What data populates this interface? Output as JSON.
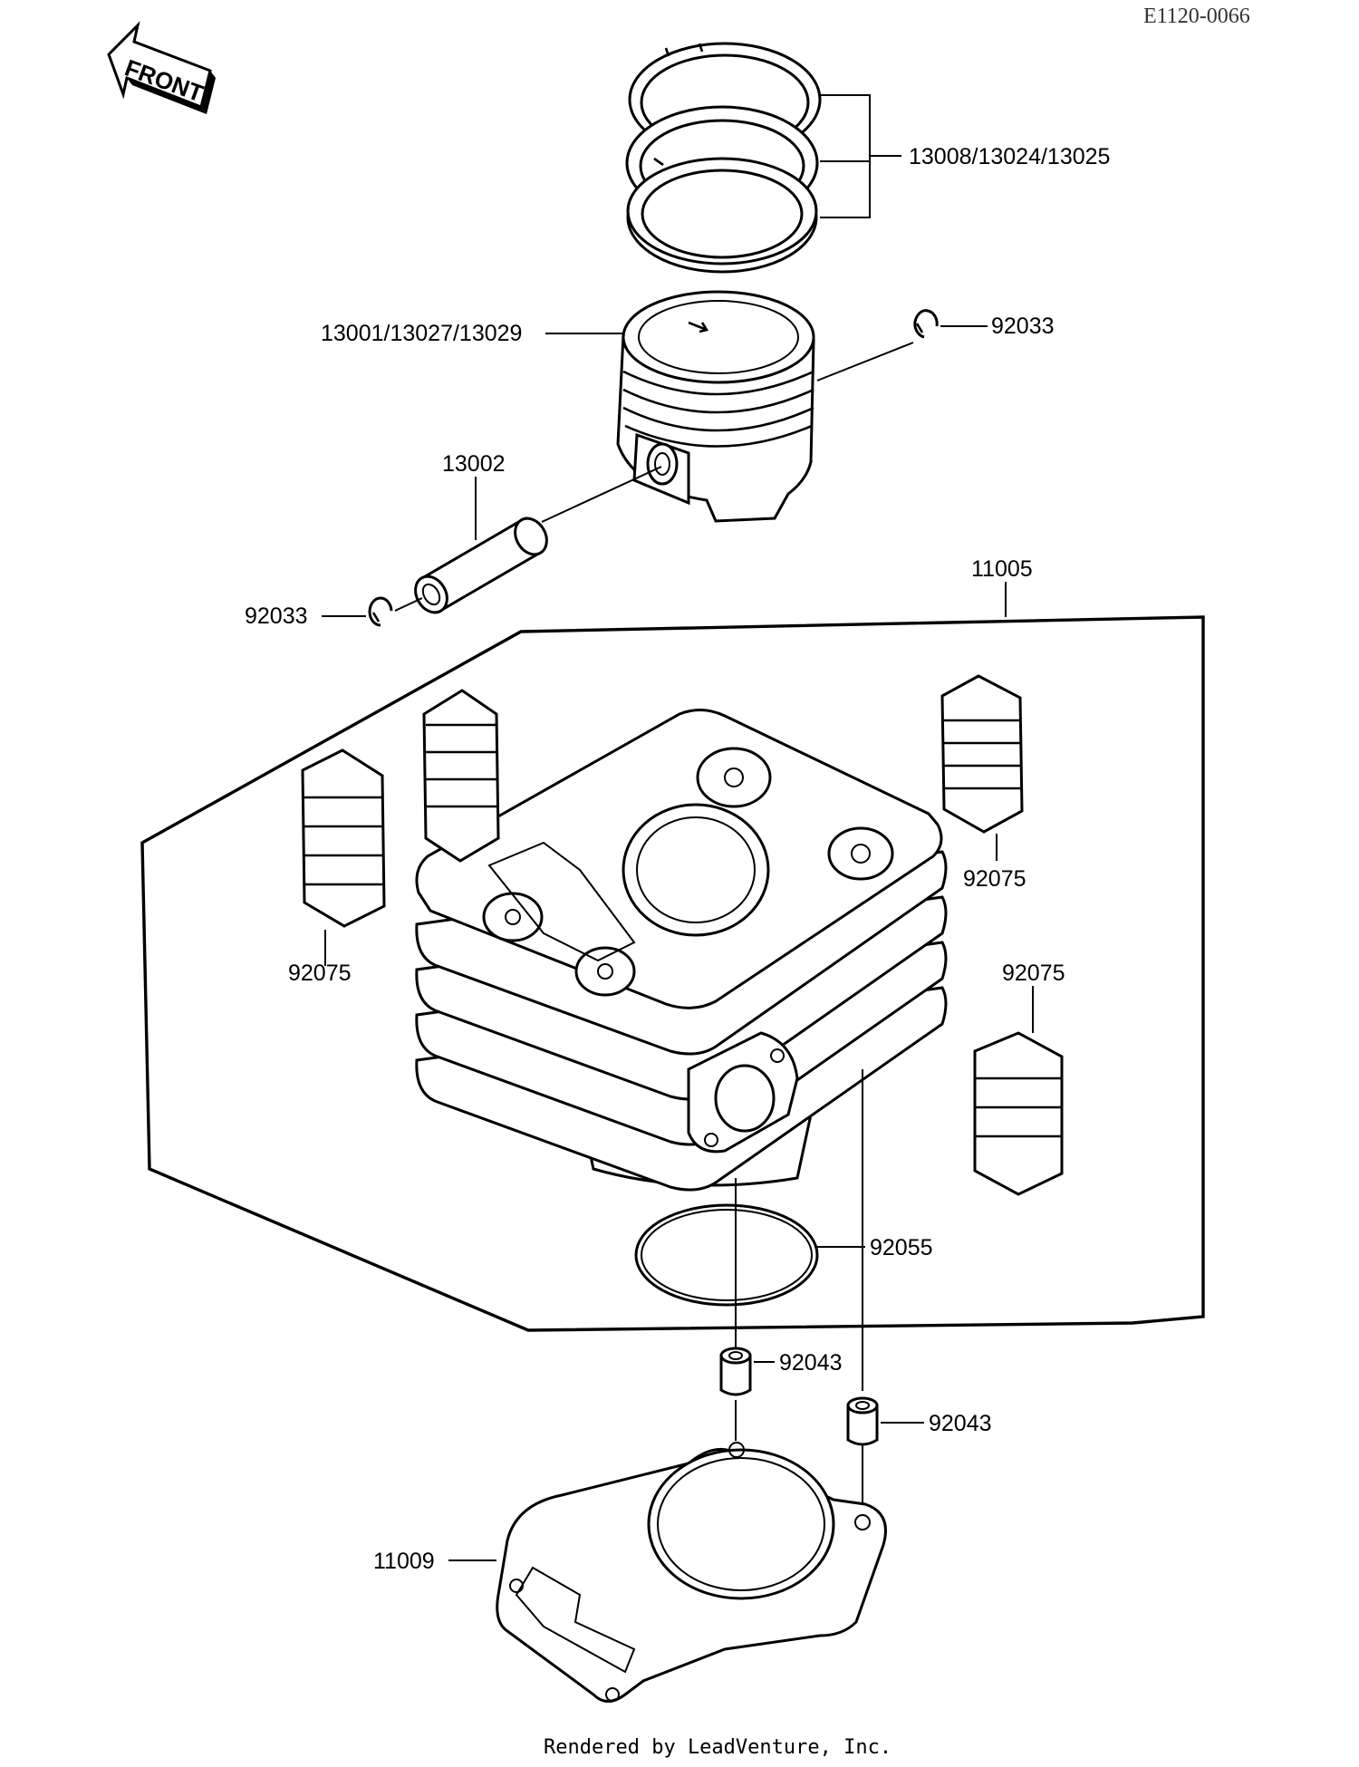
{
  "diagram": {
    "code": "E1120-0066",
    "front_label": "FRONT",
    "footer": "Rendered by LeadVenture, Inc.",
    "labels": {
      "rings": "13008/13024/13025",
      "piston": "13001/13027/13029",
      "clip_right": "92033",
      "pin": "13002",
      "clip_left": "92033",
      "cylinder": "11005",
      "damper_top_right": "92075",
      "damper_left": "92075",
      "damper_right": "92075",
      "oring": "92055",
      "dowel_left": "92043",
      "dowel_right": "92043",
      "gasket": "11009"
    }
  }
}
